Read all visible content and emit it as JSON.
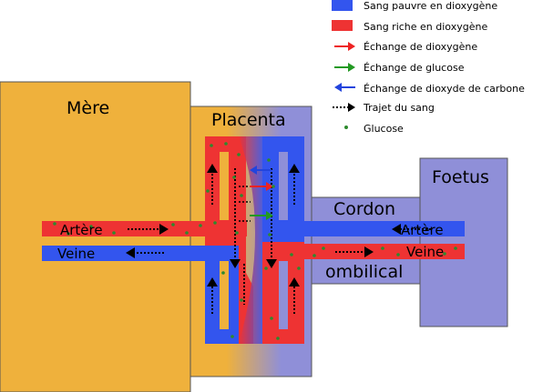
{
  "labels": {
    "mere": "Mère",
    "placenta": "Placenta",
    "foetus": "Foetus",
    "cordon": "Cordon",
    "ombilical": "ombilical",
    "artere_left": "Artère",
    "veine_left": "Veine",
    "artere_right": "Artère",
    "veine_right": "Veine"
  },
  "legend": [
    {
      "kind": "swatch",
      "color": "#3355ee",
      "label": "Sang pauvre en dioxygène"
    },
    {
      "kind": "swatch",
      "color": "#ee3333",
      "label": "Sang riche en dioxygène"
    },
    {
      "kind": "arrow",
      "color": "#ee2222",
      "label": "Échange de dioxygène"
    },
    {
      "kind": "arrow",
      "color": "#229922",
      "label": "Échange de glucose"
    },
    {
      "kind": "arrow",
      "color": "#2244dd",
      "label": "Échange de dioxyde de carbone"
    },
    {
      "kind": "dotted-arrow",
      "color": "#000000",
      "label": "Trajet du sang"
    },
    {
      "kind": "dot",
      "color": "#2d8a2d",
      "label": "Glucose"
    }
  ],
  "colors": {
    "mother": "#efb13c",
    "fetus": "#8f8fd8",
    "blood_poor": "#3355ee",
    "blood_rich": "#ee3333",
    "glucose": "#2d8a2d"
  }
}
